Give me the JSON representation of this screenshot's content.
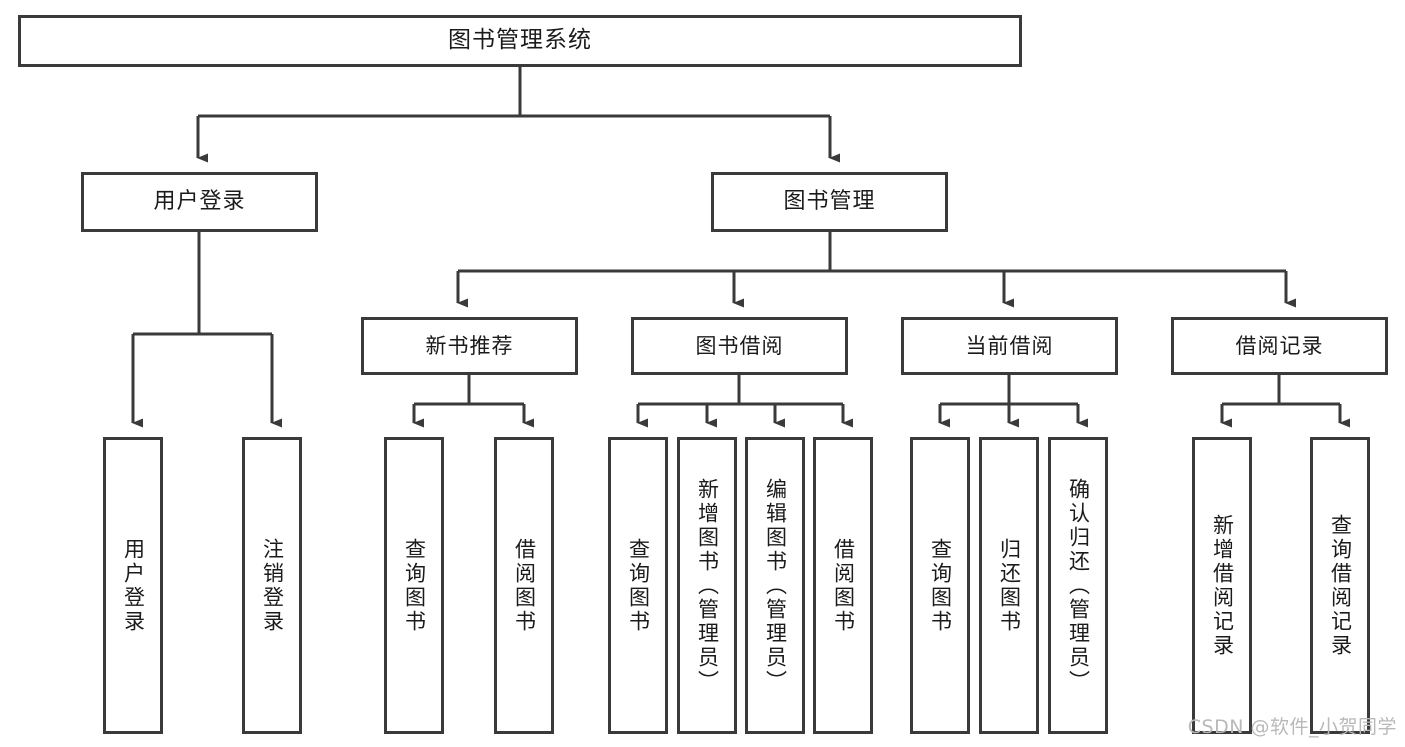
{
  "diagram": {
    "type": "tree",
    "title": "图书管理系统",
    "watermark": "CSDN @软件_小贺同学",
    "colors": {
      "box_border": "#3a3a3a",
      "box_fill": "#ffffff",
      "connector": "#3a3a3a",
      "text": "#1b1b1b",
      "watermark": "#b9b9b9",
      "background": "#ffffff"
    },
    "nodes": {
      "root": {
        "label": "图书管理系统",
        "level": 1,
        "orientation": "horizontal"
      },
      "level2": [
        {
          "id": "user-login",
          "label": "用户登录",
          "orientation": "horizontal"
        },
        {
          "id": "book-management",
          "label": "图书管理",
          "orientation": "horizontal"
        }
      ],
      "level3": [
        {
          "id": "new-book-recommend",
          "label": "新书推荐",
          "parent": "book-management",
          "orientation": "horizontal"
        },
        {
          "id": "book-borrow",
          "label": "图书借阅",
          "parent": "book-management",
          "orientation": "horizontal"
        },
        {
          "id": "current-borrow",
          "label": "当前借阅",
          "parent": "book-management",
          "orientation": "horizontal"
        },
        {
          "id": "borrow-record",
          "label": "借阅记录",
          "parent": "book-management",
          "orientation": "horizontal"
        }
      ],
      "leaves": [
        {
          "id": "leaf-user-login",
          "label": "用户登录",
          "parent": "user-login",
          "orientation": "vertical"
        },
        {
          "id": "leaf-logout",
          "label": "注销登录",
          "parent": "user-login",
          "orientation": "vertical"
        },
        {
          "id": "leaf-query-book-1",
          "label": "查询图书",
          "parent": "new-book-recommend",
          "orientation": "vertical"
        },
        {
          "id": "leaf-borrow-book-1",
          "label": "借阅图书",
          "parent": "new-book-recommend",
          "orientation": "vertical"
        },
        {
          "id": "leaf-query-book-2",
          "label": "查询图书",
          "parent": "book-borrow",
          "orientation": "vertical"
        },
        {
          "id": "leaf-add-book",
          "label": "新增图书（管理员）",
          "parent": "book-borrow",
          "orientation": "vertical"
        },
        {
          "id": "leaf-edit-book",
          "label": "编辑图书（管理员）",
          "parent": "book-borrow",
          "orientation": "vertical"
        },
        {
          "id": "leaf-borrow-book-2",
          "label": "借阅图书",
          "parent": "book-borrow",
          "orientation": "vertical"
        },
        {
          "id": "leaf-query-book-3",
          "label": "查询图书",
          "parent": "current-borrow",
          "orientation": "vertical"
        },
        {
          "id": "leaf-return-book",
          "label": "归还图书",
          "parent": "current-borrow",
          "orientation": "vertical"
        },
        {
          "id": "leaf-confirm-return",
          "label": "确认归还（管理员）",
          "parent": "current-borrow",
          "orientation": "vertical"
        },
        {
          "id": "leaf-add-record",
          "label": "新增借阅记录",
          "parent": "borrow-record",
          "orientation": "vertical"
        },
        {
          "id": "leaf-query-record",
          "label": "查询借阅记录",
          "parent": "borrow-record",
          "orientation": "vertical"
        }
      ]
    }
  }
}
